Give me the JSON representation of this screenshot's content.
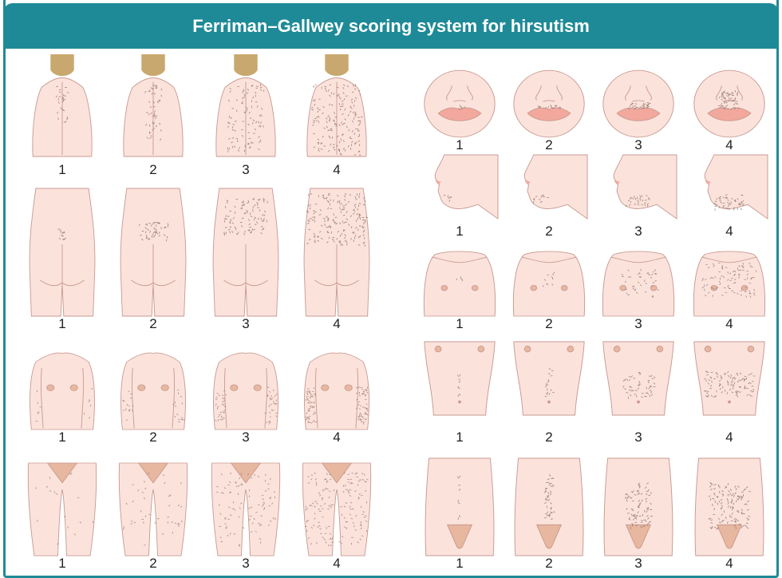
{
  "title": "Ferriman–Gallwey scoring system for hirsutism",
  "colors": {
    "header": "#1f8a97",
    "skin": "#fbe3dc",
    "outline": "#c99a90",
    "hair": "#9b7d74",
    "headHair": "#c8a86e",
    "lips": "#f2a89c",
    "pubic": "#e7b79f"
  },
  "scores": [
    "1",
    "2",
    "3",
    "4"
  ],
  "left_rows": [
    {
      "region": "upper-back"
    },
    {
      "region": "lower-back"
    },
    {
      "region": "upper-arm"
    },
    {
      "region": "thigh"
    }
  ],
  "right_rows": [
    {
      "region": "upper-lip"
    },
    {
      "region": "chin"
    },
    {
      "region": "chest"
    },
    {
      "region": "upper-abdomen"
    },
    {
      "region": "lower-abdomen"
    }
  ]
}
